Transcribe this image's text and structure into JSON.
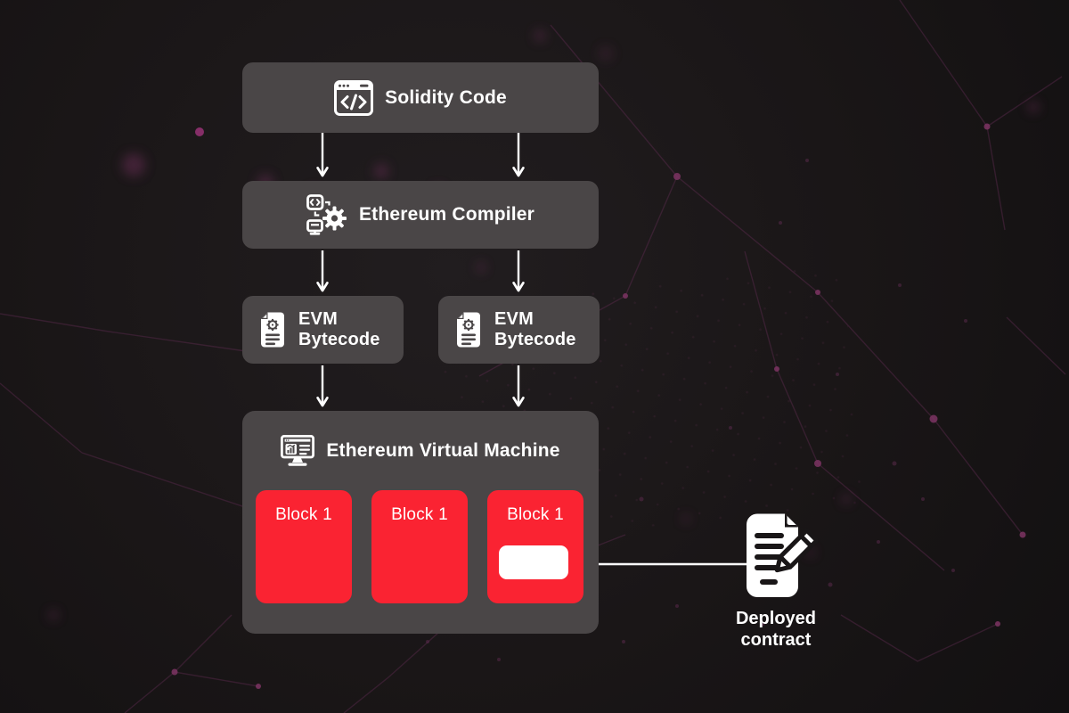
{
  "colors": {
    "background": "#1a1617",
    "node_fill": "#4a4647",
    "block_fill": "#fa2332",
    "slot_fill": "#ffffff",
    "text": "#ffffff",
    "arrow": "#ffffff",
    "network_purple": "#6d3058"
  },
  "nodes": {
    "solidity": {
      "label": "Solidity Code",
      "icon": "code-window-icon"
    },
    "compiler": {
      "label": "Ethereum Compiler",
      "icon": "compiler-gear-icon"
    },
    "bytecode_left": {
      "label": "EVM Bytecode",
      "icon": "bytecode-document-icon"
    },
    "bytecode_right": {
      "label": "EVM Bytecode",
      "icon": "bytecode-document-icon"
    },
    "evm": {
      "label": "Ethereum Virtual Machine",
      "icon": "monitor-chart-icon"
    }
  },
  "evm_blocks": [
    {
      "label": "Block 1"
    },
    {
      "label": "Block 1"
    },
    {
      "label": "Block 1",
      "contains_slot": true
    }
  ],
  "deployed_contract": {
    "label": "Deployed contract",
    "icon": "contract-pencil-icon"
  },
  "flow_edges": [
    {
      "from": "solidity",
      "to": "compiler",
      "lane": "left"
    },
    {
      "from": "solidity",
      "to": "compiler",
      "lane": "right"
    },
    {
      "from": "compiler",
      "to": "bytecode_left"
    },
    {
      "from": "compiler",
      "to": "bytecode_right"
    },
    {
      "from": "bytecode_left",
      "to": "evm"
    },
    {
      "from": "bytecode_right",
      "to": "evm"
    },
    {
      "from": "deployed_contract",
      "to": "evm_block_3_slot",
      "direction": "left"
    }
  ]
}
